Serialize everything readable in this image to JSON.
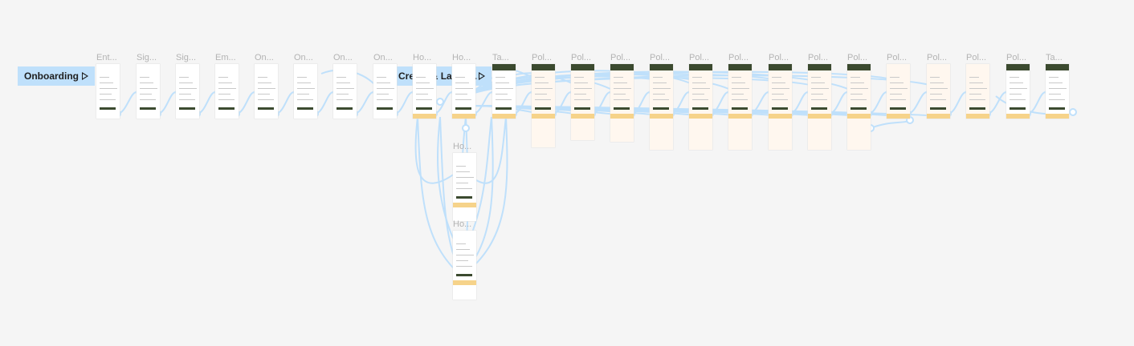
{
  "flows": [
    {
      "label": "Onboarding"
    },
    {
      "label": "Create & Launc..."
    }
  ],
  "frames": [
    {
      "label": "Ent..."
    },
    {
      "label": "Sig..."
    },
    {
      "label": "Sig..."
    },
    {
      "label": "Em..."
    },
    {
      "label": "On..."
    },
    {
      "label": "On..."
    },
    {
      "label": "On..."
    },
    {
      "label": "On..."
    },
    {
      "label": "Ho..."
    },
    {
      "label": "Ho..."
    },
    {
      "label": "Ta..."
    },
    {
      "label": "Pol..."
    },
    {
      "label": "Pol..."
    },
    {
      "label": "Pol..."
    },
    {
      "label": "Pol..."
    },
    {
      "label": "Pol..."
    },
    {
      "label": "Pol..."
    },
    {
      "label": "Pol..."
    },
    {
      "label": "Pol..."
    },
    {
      "label": "Pol..."
    },
    {
      "label": "Pol..."
    },
    {
      "label": "Pol..."
    },
    {
      "label": "Pol..."
    },
    {
      "label": "Pol..."
    },
    {
      "label": "Ta..."
    },
    {
      "label": "Ho..."
    },
    {
      "label": "Ho..."
    }
  ],
  "colors": {
    "canvas": "#f5f5f5",
    "flow_badge": "#bfe0fb",
    "connector": "#bfe0fb",
    "frame_header": "#3b4a2f",
    "nav_bar": "#f6d38a"
  }
}
